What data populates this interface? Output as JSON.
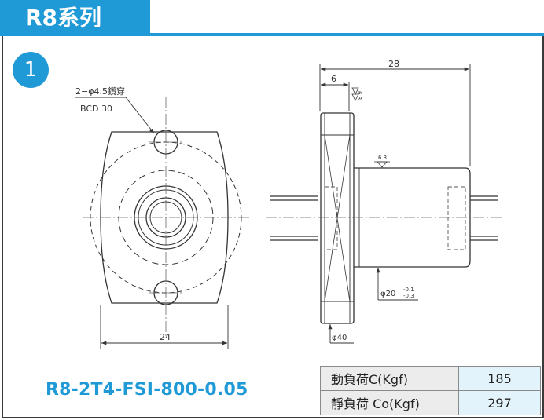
{
  "header": {
    "title": "R8系列"
  },
  "badge": {
    "number": "1"
  },
  "drawing": {
    "hole_note": "2−φ4.5鑽穿",
    "bcd": "BCD 30",
    "width_24": "24",
    "length_28": "28",
    "flange_6": "6",
    "dia_20": "φ20",
    "tol_upper": "-0.1",
    "tol_lower": "-0.3",
    "dia_40": "φ40",
    "rough_top": "6.3",
    "rough_mid": "6.3"
  },
  "product": {
    "model": "R8-2T4-FSI-800-0.05"
  },
  "specs": [
    {
      "label": "動負荷C(Kgf)",
      "value": "185"
    },
    {
      "label": "靜負荷 Co(Kgf)",
      "value": "297"
    }
  ],
  "colors": {
    "accent": "#1f9ad6",
    "table_value_bg": "#e3f3fb",
    "table_label_bg": "#ececec"
  }
}
